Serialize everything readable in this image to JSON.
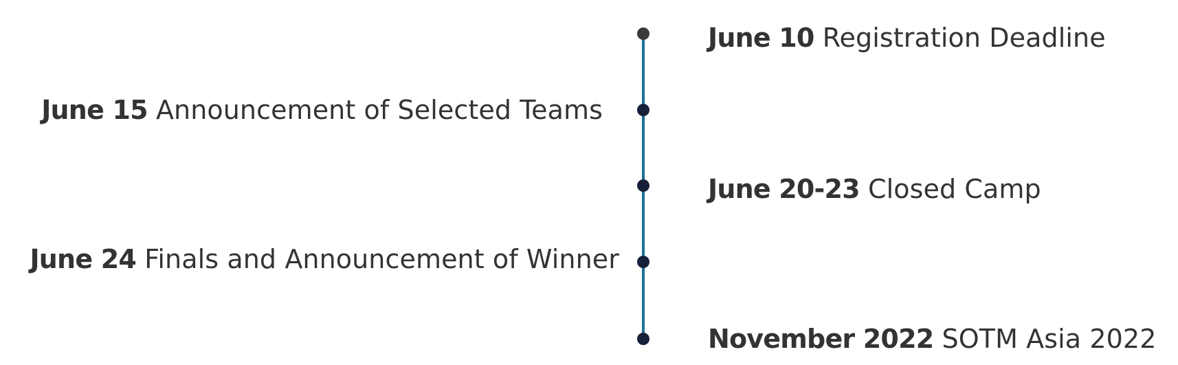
{
  "colors": {
    "line": "#1f6f95",
    "node": "#162038",
    "text": "#333333"
  },
  "events": [
    {
      "date": "June 10",
      "label": "Registration Deadline"
    },
    {
      "date": "June 15",
      "label": "Announcement of Selected Teams"
    },
    {
      "date": "June 20-23",
      "label": "Closed Camp"
    },
    {
      "date": "June 24",
      "label": "Finals and Announcement of Winner"
    },
    {
      "date": "November 2022",
      "label": "SOTM Asia 2022"
    }
  ]
}
